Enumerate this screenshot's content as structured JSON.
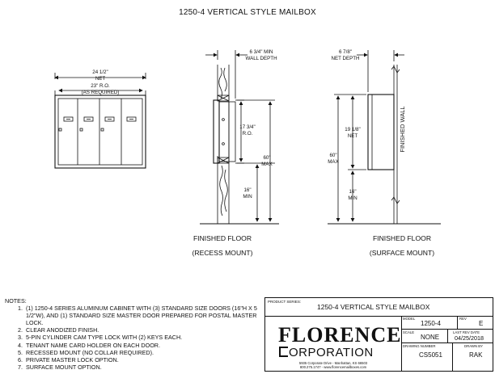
{
  "title": "1250-4 VERTICAL STYLE MAILBOX",
  "front": {
    "dim_width": "24 1/2\"",
    "dim_width_sub": "NET",
    "dim_ro": "23\" R.O.",
    "dim_ro_sub": "(AS REQUIRED)"
  },
  "recess": {
    "depth": "6 3/4\" MIN",
    "depth_sub": "WALL DEPTH",
    "height": "17 3/4\"",
    "height_sub": "R.O.",
    "max": "60\"",
    "max_sub": "MAX",
    "min": "16\"",
    "min_sub": "MIN",
    "floor": "FINISHED FLOOR",
    "caption": "(RECESS MOUNT)"
  },
  "surface": {
    "depth": "6 7/8\"",
    "depth_sub": "NET DEPTH",
    "height": "19 1/8\"",
    "height_sub": "NET",
    "max": "60\"",
    "max_sub": "MAX",
    "min": "16\"",
    "min_sub": "MIN",
    "wall": "FINISHED WALL",
    "floor": "FINISHED FLOOR",
    "caption": "(SURFACE MOUNT)"
  },
  "notes": {
    "header": "NOTES:",
    "items": [
      "(1) 1250-4 SERIES ALUMINUM CABINET WITH (3) STANDARD SIZE DOORS (16\"H X 5 1/2\"W), AND (1) STANDARD SIZE MASTER DOOR PREPARED FOR POSTAL MASTER LOCK.",
      "CLEAR ANODIZED FINISH.",
      "5-PIN CYLINDER CAM TYPE LOCK WITH (2) KEYS EACH.",
      "TENANT NAME CARD HOLDER ON EACH DOOR.",
      "RECESSED MOUNT (NO COLLAR REQUIRED).",
      "PRIVATE MASTER LOCK OPTION.",
      "SURFACE MOUNT OPTION."
    ]
  },
  "title_block": {
    "product_series_label": "PRODUCT SERIES:",
    "product_series": "1250-4 VERTICAL STYLE MAILBOX",
    "logo_line1": "FLORENCE",
    "logo_line2": "ORPORATION",
    "address1": "5935 Corporate Drive - Manhattan, KS 66503",
    "address2": "800.275.1747 - www.florencemailboxes.com",
    "model_label": "MODEL",
    "model": "1250-4",
    "rev_label": "REV",
    "rev": "E",
    "scale_label": "SCALE",
    "scale": "NONE",
    "last_rev_label": "LAST REV DATE",
    "last_rev": "04/25/2018",
    "drawing_number_label": "DRAWING NUMBER",
    "drawing_number": "CS5051",
    "drawn_by_label": "DRAWN BY",
    "drawn_by": "RAK"
  }
}
